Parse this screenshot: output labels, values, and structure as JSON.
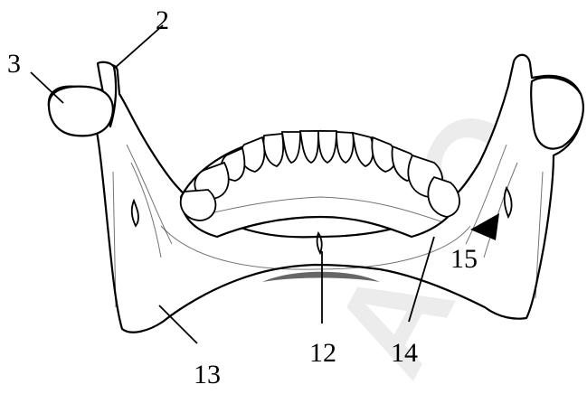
{
  "figure": {
    "labels": {
      "l2": "2",
      "l3": "3",
      "l12": "12",
      "l13": "13",
      "l14": "14",
      "l15": "15"
    },
    "watermark": "ATO"
  }
}
